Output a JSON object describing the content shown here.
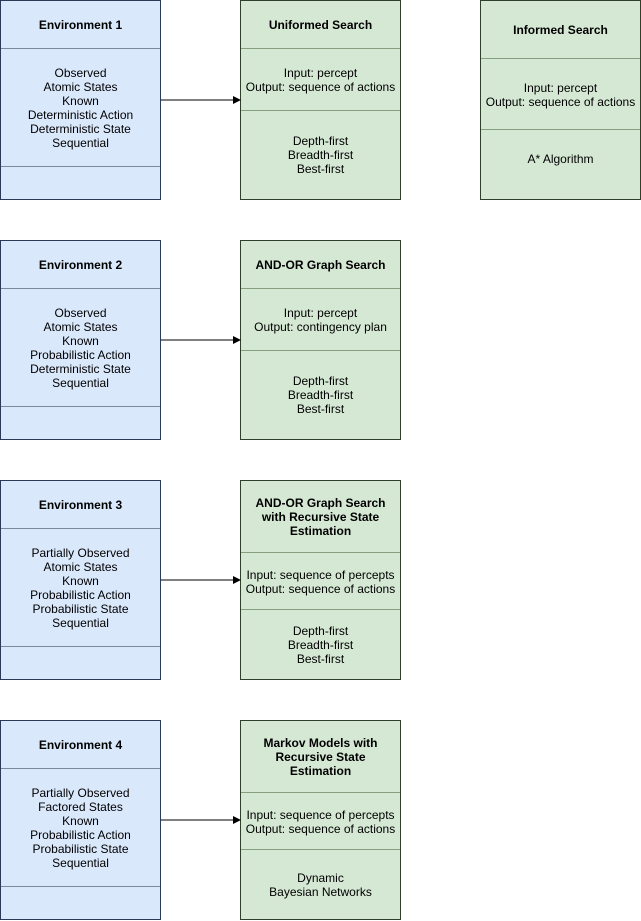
{
  "environments": [
    {
      "title": "Environment 1",
      "properties": [
        "Observed",
        "Atomic States",
        "Known",
        "Deterministic Action",
        "Deterministic State",
        "Sequential"
      ]
    },
    {
      "title": "Environment 2",
      "properties": [
        "Observed",
        "Atomic States",
        "Known",
        "Probabilistic Action",
        "Deterministic State",
        "Sequential"
      ]
    },
    {
      "title": "Environment 3",
      "properties": [
        "Partially Observed",
        "Atomic States",
        "Known",
        "Probabilistic Action",
        "Probabilistic State",
        "Sequential"
      ]
    },
    {
      "title": "Environment 4",
      "properties": [
        "Partially Observed",
        "Factored States",
        "Known",
        "Probabilistic Action",
        "Probabilistic State",
        "Sequential"
      ]
    }
  ],
  "algorithms": [
    {
      "title": [
        "Uniformed Search"
      ],
      "io": [
        "Input: percept",
        "Output: sequence of actions"
      ],
      "methods": [
        "Depth-first",
        "Breadth-first",
        "Best-first"
      ]
    },
    {
      "title": [
        "AND-OR Graph Search"
      ],
      "io": [
        "Input: percept",
        "Output: contingency plan"
      ],
      "methods": [
        "Depth-first",
        "Breadth-first",
        "Best-first"
      ]
    },
    {
      "title": [
        "AND-OR Graph Search",
        "with Recursive State",
        "Estimation"
      ],
      "io": [
        "Input: sequence of percepts",
        "Output: sequence of actions"
      ],
      "methods": [
        "Depth-first",
        "Breadth-first",
        "Best-first"
      ]
    },
    {
      "title": [
        "Markov Models with",
        "Recursive State",
        "Estimation"
      ],
      "io": [
        "Input: sequence of percepts",
        "Output: sequence of actions"
      ],
      "methods": [
        "Dynamic",
        "Bayesian Networks"
      ]
    }
  ],
  "informed": {
    "title": [
      "Informed Search"
    ],
    "io": [
      "Input: percept",
      "Output: sequence of actions"
    ],
    "methods": [
      "A* Algorithm"
    ]
  },
  "colors": {
    "environment_fill": "#dae8fc",
    "algorithm_fill": "#d5e8d4"
  }
}
